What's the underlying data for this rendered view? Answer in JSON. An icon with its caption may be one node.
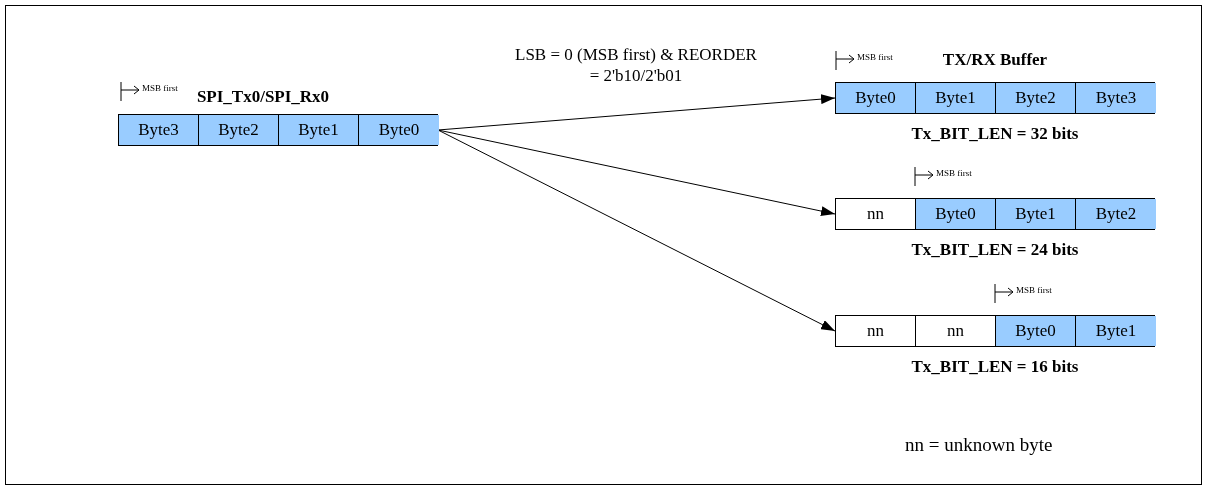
{
  "diagram": {
    "nodes": [
      {
        "text": [
          "SPI_Tx0/SPI_Rx0"
        ]
      },
      {
        "text": [
          "Byte3"
        ],
        "in": 0
      },
      {
        "text": [
          "Byte2"
        ],
        "in": 0
      },
      {
        "text": [
          "Byte1"
        ],
        "in": 0
      },
      {
        "text": [
          "Byte0"
        ],
        "in": 0
      },
      {
        "text": [
          "TX/RX Buffer"
        ],
        "beside": [
          "Tx_BIT_LEN = 32 bits"
        ]
      },
      {
        "text": [
          "Byte0"
        ],
        "in": 5
      },
      {
        "text": [
          "Byte1"
        ],
        "in": 5
      },
      {
        "text": [
          "Byte2"
        ],
        "in": 5
      },
      {
        "text": [
          "Byte3"
        ],
        "in": 5
      },
      {
        "text": [],
        "shape": "box",
        "beside": [
          "Tx_BIT_LEN = 24 bits"
        ]
      },
      {
        "text": [
          "nn"
        ],
        "in": 10
      },
      {
        "text": [
          "Byte0"
        ],
        "in": 10
      },
      {
        "text": [
          "Byte1"
        ],
        "in": 10
      },
      {
        "text": [
          "Byte2"
        ],
        "in": 10
      },
      {
        "text": [],
        "shape": "box",
        "beside": [
          "Tx_BIT_LEN = 16 bits"
        ]
      },
      {
        "text": [
          "nn"
        ],
        "in": 15
      },
      {
        "text": [
          "nn"
        ],
        "in": 15
      },
      {
        "text": [
          "Byte0"
        ],
        "in": 15
      },
      {
        "text": [
          "Byte1"
        ],
        "in": 15
      }
    ],
    "edges": [
      {
        "from": 4,
        "to": 5,
        "arrow": "to",
        "label": "LSB = 0 (MSB first) & REORDER = 2'b10/2'b01"
      },
      {
        "from": 4,
        "to": 10,
        "arrow": "to"
      },
      {
        "from": 4,
        "to": 15,
        "arrow": "to"
      }
    ],
    "labels": [
      "MSB first",
      "MSB first",
      "MSB first",
      "MSB first",
      "nn = unknown byte"
    ]
  }
}
